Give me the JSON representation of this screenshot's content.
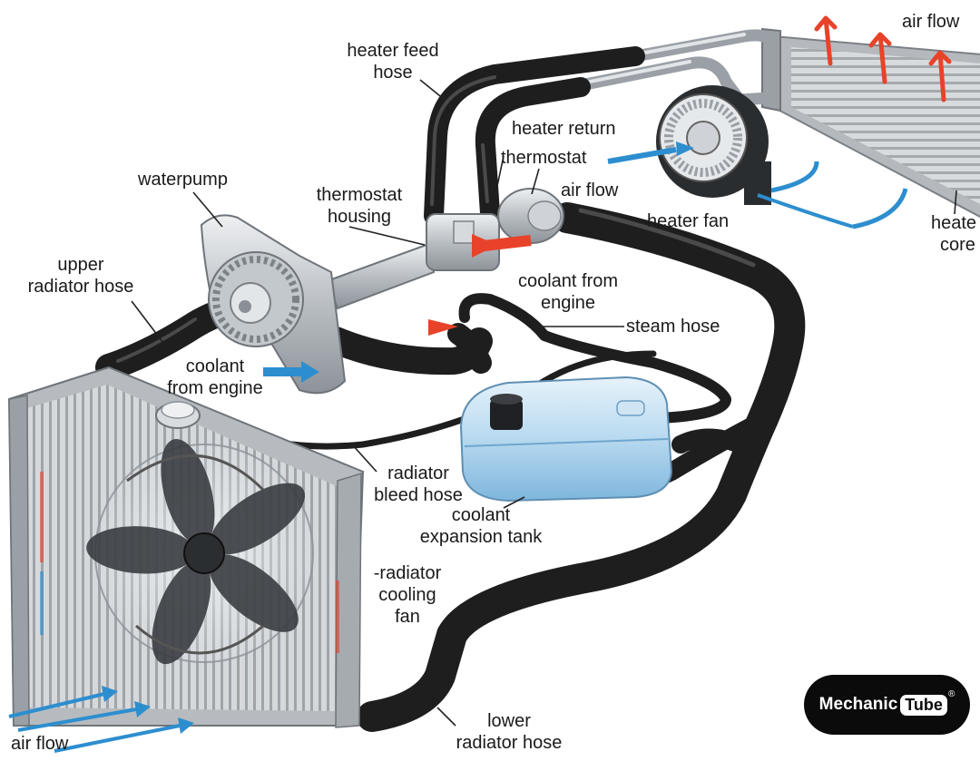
{
  "labels": {
    "heater_feed_hose": [
      "heater feed",
      "hose"
    ],
    "heater_return": "heater return",
    "thermostat": "thermostat",
    "air_flow_heater": "air flow",
    "heater_fan": "heater fan",
    "air_flow_top": "air flow",
    "heater_core": [
      "heate",
      "core"
    ],
    "waterpump": "waterpump",
    "thermostat_housing": [
      "thermostat",
      "housing"
    ],
    "coolant_from_engine_right": [
      "coolant from",
      "engine"
    ],
    "upper_radiator_hose": [
      "upper",
      "radiator hose"
    ],
    "steam_hose": "steam hose",
    "coolant_from_engine_left": [
      "coolant",
      "from engine"
    ],
    "radiator_bleed_hose": [
      "radiator",
      "bleed hose"
    ],
    "coolant_expansion_tank": [
      "coolant",
      "expansion tank"
    ],
    "radiator_cooling_fan": [
      "-radiator",
      "cooling",
      "fan"
    ],
    "lower_radiator_hose": [
      "lower",
      "radiator hose"
    ],
    "air_flow_bottom": "air flow"
  },
  "brand": {
    "word": "Mechanic",
    "badge": "Tube",
    "registered": "®"
  },
  "colors": {
    "hose": "#1e1e1e",
    "hot_arrow": "#e8432a",
    "cold_arrow": "#2d8ecf",
    "tank_fluid": "#a9d3ee",
    "radiator": "#c9ccd0",
    "badge_bg": "#0b0b0b"
  }
}
